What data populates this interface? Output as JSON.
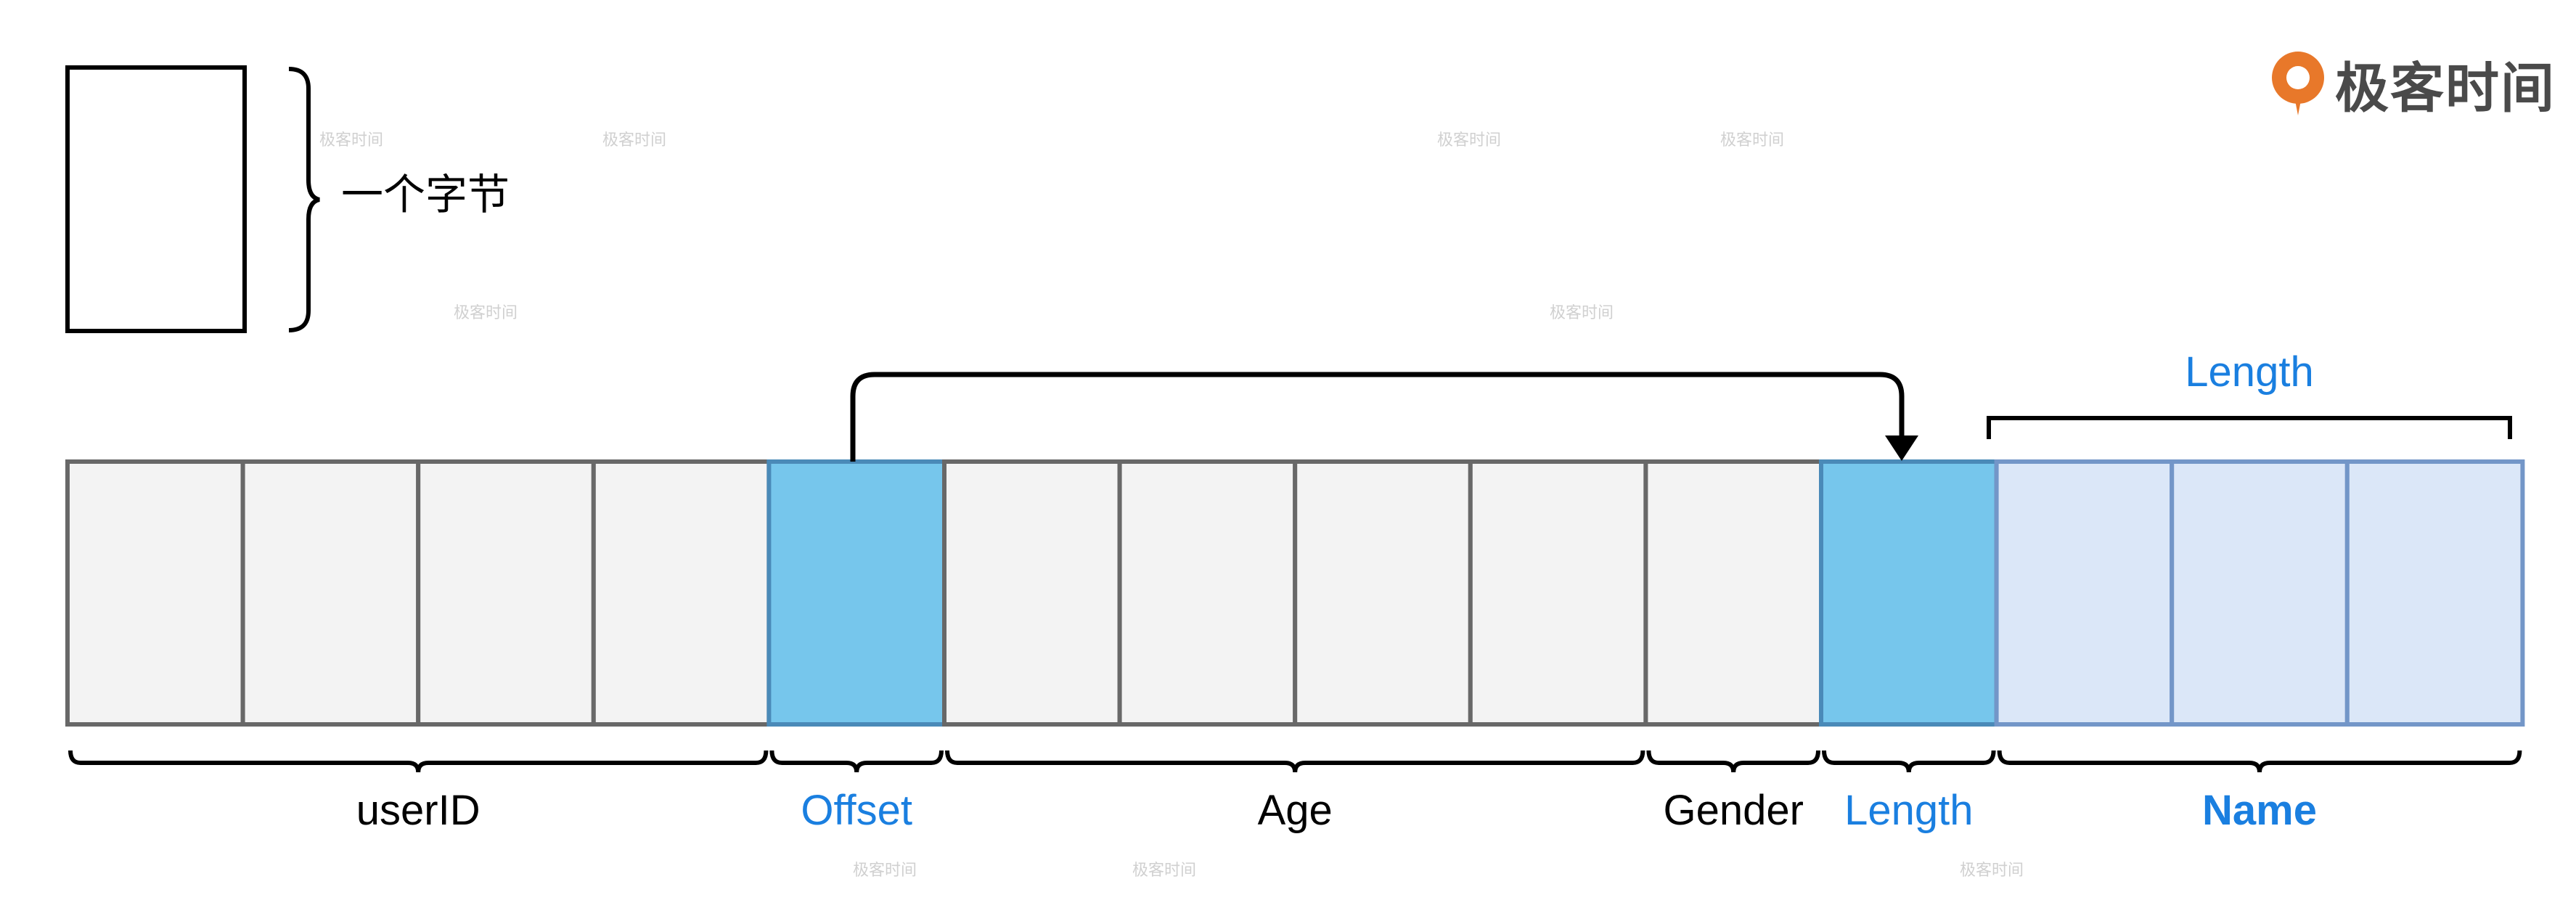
{
  "legend": {
    "byte_label": "一个字节"
  },
  "brand": {
    "logo_text": "极客时间"
  },
  "watermark_text": "极客时间",
  "top_annotation": {
    "label": "Length",
    "color": "#1a7fe0"
  },
  "fields": [
    {
      "key": "userID",
      "label": "userID",
      "label_color": "#000000",
      "bold": false,
      "cells": 4,
      "fill": "#f3f3f3",
      "stroke": "#686868"
    },
    {
      "key": "offset",
      "label": "Offset",
      "label_color": "#1a7fe0",
      "bold": false,
      "cells": 1,
      "fill": "#76c6ec",
      "stroke": "#4a8ab8"
    },
    {
      "key": "age",
      "label": "Age",
      "label_color": "#000000",
      "bold": false,
      "cells": 4,
      "fill": "#f3f3f3",
      "stroke": "#686868"
    },
    {
      "key": "gender",
      "label": "Gender",
      "label_color": "#000000",
      "bold": false,
      "cells": 1,
      "fill": "#f3f3f3",
      "stroke": "#686868"
    },
    {
      "key": "length",
      "label": "Length",
      "label_color": "#1a7fe0",
      "bold": false,
      "cells": 1,
      "fill": "#76c6ec",
      "stroke": "#4a8ab8"
    },
    {
      "key": "name",
      "label": "Name",
      "label_color": "#1a7fe0",
      "bold": true,
      "cells": 3,
      "fill": "#dbe7f8",
      "stroke": "#7396c8"
    }
  ],
  "colors": {
    "accent": "#1a7fe0",
    "logo_orange": "#e8782a"
  }
}
